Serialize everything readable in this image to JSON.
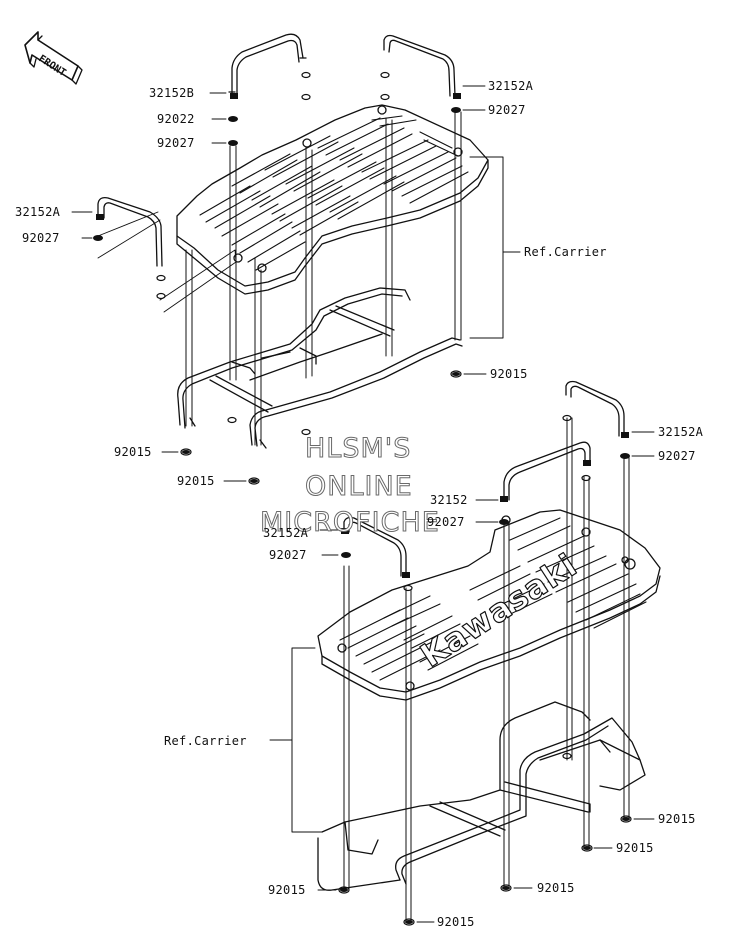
{
  "front_arrow": {
    "text": "FRONT"
  },
  "watermark": {
    "line1": "HLSM'S",
    "line2": "ONLINE",
    "line3": "MICROFICHE"
  },
  "brand_mark": {
    "text": "Kawasaki"
  },
  "labels": {
    "upper_bar_left": "32152B",
    "upper_washer_1": "92022",
    "upper_washer_2": "92027",
    "upper_bar_right": "32152A",
    "upper_washer_right": "92027",
    "upper_bar_side": "32152A",
    "upper_washer_side": "92027",
    "upper_ref": "Ref.Carrier",
    "upper_nut_right": "92015",
    "upper_nut_left": "92015",
    "upper_nut_mid": "92015",
    "lower_bar_right": "32152A",
    "lower_washer_right": "92027",
    "lower_bar_mid": "32152",
    "lower_washer_mid": "92027",
    "lower_bar_left": "32152A",
    "lower_washer_left": "92027",
    "lower_ref": "Ref.Carrier",
    "lower_nut_right": "92015",
    "lower_nut_right2": "92015",
    "lower_nut_left": "92015",
    "lower_nut_mid": "92015",
    "lower_nut_bottom": "92015"
  }
}
